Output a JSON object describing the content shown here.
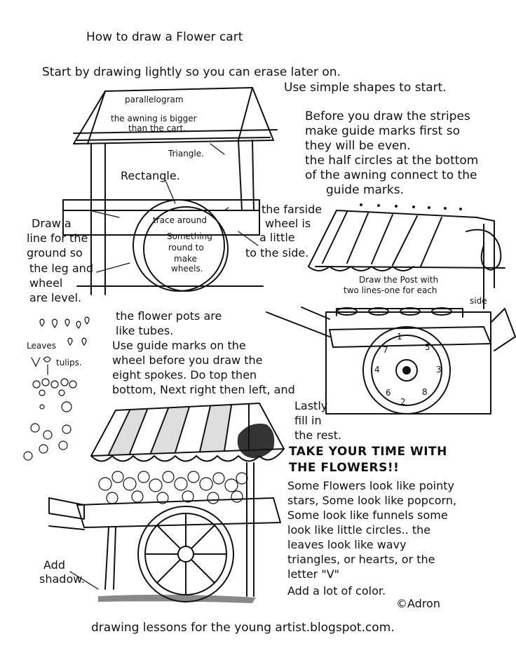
{
  "title": "How to draw a Flower cart",
  "intro": {
    "line1": "Start by drawing lightly so you can erase later on.",
    "line2": "Use simple shapes to start."
  },
  "stripes_note": [
    "Before you draw the stripes",
    "make guide marks first so",
    "they will be even.",
    "the half circles at the bottom",
    "of the awning connect to the",
    "guide marks."
  ],
  "labels": {
    "parallelogram": "parallelogram",
    "awning_bigger_1": "the awning is bigger",
    "awning_bigger_2": "than the cart.",
    "triangle": "Triangle.",
    "rectangle": "Rectangle.",
    "trace_around": "trace around",
    "something_round": [
      "Something",
      "round to",
      "make",
      "wheels."
    ],
    "farside": [
      "the farside",
      "wheel is",
      "a little",
      "to the side."
    ],
    "ground": [
      "Draw a",
      "line for the",
      "ground so",
      "the leg and",
      "wheel",
      "are level."
    ],
    "post": [
      "Draw the Post with",
      "two lines-one for each",
      "side"
    ],
    "leaves": "Leaves",
    "tulips": "tulips.",
    "add_shadow": [
      "Add",
      "shadow."
    ]
  },
  "pots_note": [
    "the flower pots are",
    "like tubes.",
    "Use guide marks on the",
    "wheel before you draw the",
    "eight spokes. Do top then",
    "bottom, Next right then left, and",
    "Lastly",
    "fill in",
    "the rest."
  ],
  "flowers_heading": [
    "TAKE YOUR TIME WITH",
    "THE FLOWERS!!"
  ],
  "flowers_note": [
    "Some Flowers look like pointy",
    "stars, Some look like popcorn,",
    "Some look like funnels some",
    "look like little circles.. the",
    "leaves look like wavy",
    "triangles, or hearts, or the",
    "letter \"V\"",
    "Add a lot of color."
  ],
  "spoke_numbers": [
    "1",
    "2",
    "3",
    "4",
    "5",
    "6",
    "7",
    "8"
  ],
  "copyright": "©Adron",
  "footer": "drawing lessons for the young artist.blogspot.com."
}
